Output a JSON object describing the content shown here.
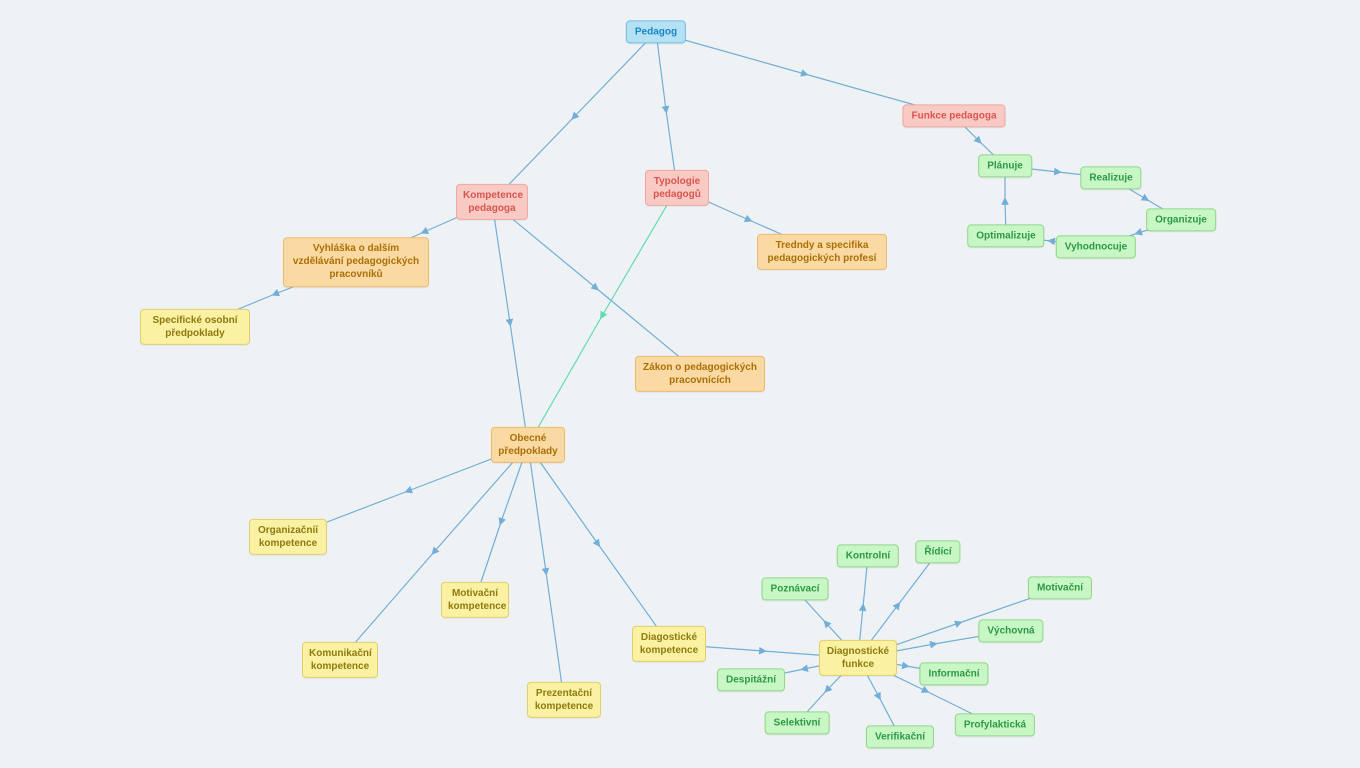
{
  "palette": {
    "canvas_background": "#eff2f4",
    "edge_blue": "#72aed8",
    "edge_teal": "#62d9b2",
    "node_blue_fill": "#b5e1f5",
    "node_pink_fill": "#f9c9c4",
    "node_green_fill": "#c9f6c5",
    "node_orange_fill": "#fbd9a2",
    "node_yellow_fill": "#fbf1a2"
  },
  "nodes": {
    "pedagog": {
      "label": "Pedagog"
    },
    "funkce_pedagoga": {
      "label": "Funkce pedagoga"
    },
    "planuje": {
      "label": "Plánuje"
    },
    "realizuje": {
      "label": "Realizuje"
    },
    "organizuje": {
      "label": "Organizuje"
    },
    "vyhodnocuje": {
      "label": "Vyhodnocuje"
    },
    "optimalizuje": {
      "label": "Optimalizuje"
    },
    "typologie": {
      "label": "Typologie pedagogů"
    },
    "kompetence": {
      "label": "Kompetence pedagoga"
    },
    "trendy": {
      "label": "Tredndy a specifika pedagogických profesí"
    },
    "vyhlaska": {
      "label": "Vyhláška o dalším vzdělávání pedagogických pracovníků"
    },
    "specificke": {
      "label": "Specifické osobní předpoklady"
    },
    "zakon": {
      "label": "Zákon o pedagogických pracovnících"
    },
    "obecne": {
      "label": "Obecné předpoklady"
    },
    "organizacni": {
      "label": "Organizačníí kompetence"
    },
    "motivacni_komp": {
      "label": "Motivační kompetence"
    },
    "komunikacni": {
      "label": "Komunikační kompetence"
    },
    "prezentacni": {
      "label": "Prezentační kompetence"
    },
    "diagosticke": {
      "label": "Diagostické kompetence"
    },
    "diag_funkce": {
      "label": "Diagnostické funkce"
    },
    "poznavaci": {
      "label": "Poznávací"
    },
    "kontrolni": {
      "label": "Kontrolní"
    },
    "ridici": {
      "label": "Řídící"
    },
    "motivacni_f": {
      "label": "Motivační"
    },
    "vychovna": {
      "label": "Výchovná"
    },
    "informacni": {
      "label": "Informační"
    },
    "profylakticka": {
      "label": "Profylaktická"
    },
    "verifikacni": {
      "label": "Verifikační"
    },
    "selektivni": {
      "label": "Selektivní"
    },
    "despitazni": {
      "label": "Despitážní"
    }
  },
  "edges": [
    {
      "from": "pedagog",
      "to": "kompetence"
    },
    {
      "from": "pedagog",
      "to": "typologie"
    },
    {
      "from": "pedagog",
      "to": "funkce_pedagoga"
    },
    {
      "from": "funkce_pedagoga",
      "to": "planuje"
    },
    {
      "from": "planuje",
      "to": "realizuje"
    },
    {
      "from": "realizuje",
      "to": "organizuje"
    },
    {
      "from": "organizuje",
      "to": "vyhodnocuje"
    },
    {
      "from": "vyhodnocuje",
      "to": "optimalizuje"
    },
    {
      "from": "optimalizuje",
      "to": "planuje"
    },
    {
      "from": "typologie",
      "to": "trendy"
    },
    {
      "from": "kompetence",
      "to": "vyhlaska"
    },
    {
      "from": "vyhlaska",
      "to": "specificke"
    },
    {
      "from": "kompetence",
      "to": "obecne"
    },
    {
      "from": "kompetence",
      "to": "zakon"
    },
    {
      "from": "typologie",
      "to": "obecne",
      "color": "teal"
    },
    {
      "from": "obecne",
      "to": "organizacni"
    },
    {
      "from": "obecne",
      "to": "motivacni_komp"
    },
    {
      "from": "obecne",
      "to": "komunikacni"
    },
    {
      "from": "obecne",
      "to": "prezentacni"
    },
    {
      "from": "obecne",
      "to": "diagosticke"
    },
    {
      "from": "diagosticke",
      "to": "diag_funkce"
    },
    {
      "from": "diag_funkce",
      "to": "poznavaci"
    },
    {
      "from": "diag_funkce",
      "to": "kontrolni"
    },
    {
      "from": "diag_funkce",
      "to": "ridici"
    },
    {
      "from": "diag_funkce",
      "to": "motivacni_f"
    },
    {
      "from": "diag_funkce",
      "to": "vychovna"
    },
    {
      "from": "diag_funkce",
      "to": "informacni"
    },
    {
      "from": "diag_funkce",
      "to": "profylakticka"
    },
    {
      "from": "diag_funkce",
      "to": "verifikacni"
    },
    {
      "from": "diag_funkce",
      "to": "selektivni"
    },
    {
      "from": "diag_funkce",
      "to": "despitazni"
    }
  ]
}
